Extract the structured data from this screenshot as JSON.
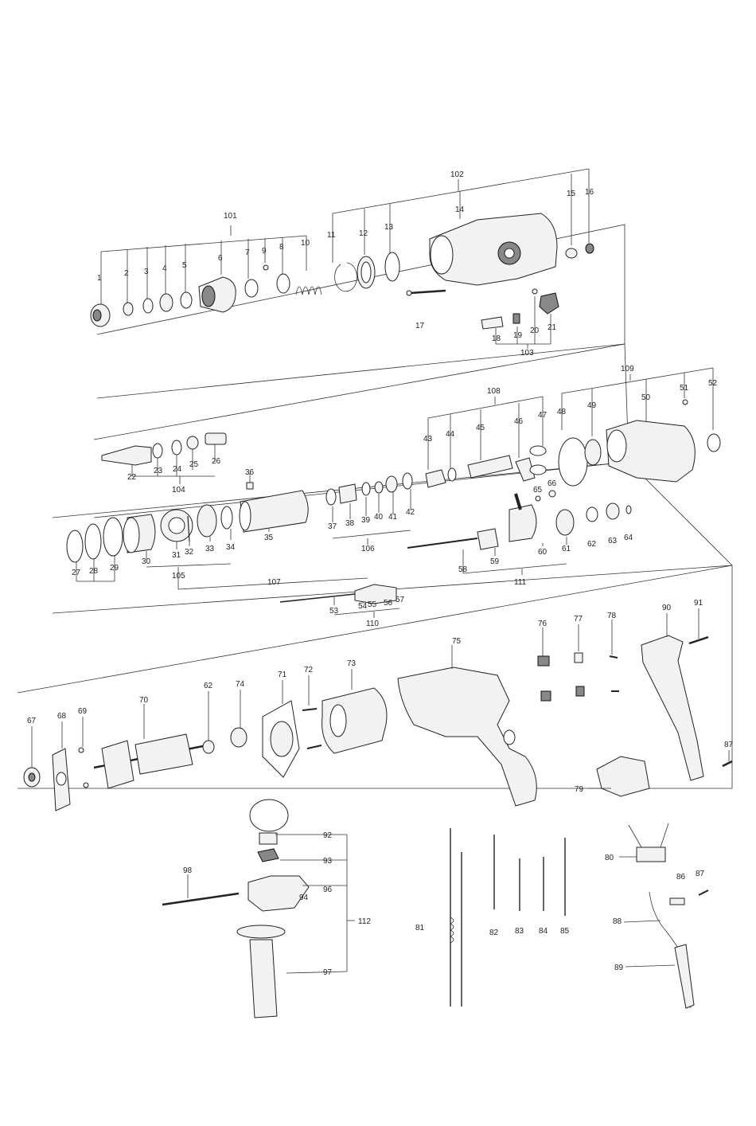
{
  "labels": {
    "n1": "1",
    "n2": "2",
    "n3": "3",
    "n4": "4",
    "n5": "5",
    "n6": "6",
    "n7": "7",
    "n8": "8",
    "n9": "9",
    "n10": "10",
    "n11": "11",
    "n12": "12",
    "n13": "13",
    "n14": "14",
    "n15": "15",
    "n16": "16",
    "n17": "17",
    "n18": "18",
    "n19": "19",
    "n20": "20",
    "n21": "21",
    "n22": "22",
    "n23": "23",
    "n24": "24",
    "n25": "25",
    "n26": "26",
    "n27": "27",
    "n28": "28",
    "n29": "29",
    "n30": "30",
    "n31": "31",
    "n32": "32",
    "n33": "33",
    "n34": "34",
    "n35": "35",
    "n36": "36",
    "n37": "37",
    "n38": "38",
    "n39": "39",
    "n40": "40",
    "n41": "41",
    "n42": "42",
    "n43": "43",
    "n44": "44",
    "n45": "45",
    "n46": "46",
    "n47": "47",
    "n48": "48",
    "n49": "49",
    "n50": "50",
    "n51": "51",
    "n52": "52",
    "n53": "53",
    "n54": "54",
    "n55": "55",
    "n56": "56",
    "n57": "57",
    "n58": "58",
    "n59": "59",
    "n60": "60",
    "n61": "61",
    "n62": "62",
    "n63": "63",
    "n64": "64",
    "n65": "65",
    "n66": "66",
    "n67": "67",
    "n68": "68",
    "n69": "69",
    "n70": "70",
    "n62b": "62",
    "n74": "74",
    "n71": "71",
    "n72": "72",
    "n73": "73",
    "n75": "75",
    "n76": "76",
    "n77": "77",
    "n78": "78",
    "n90": "90",
    "n91": "91",
    "n87": "87",
    "n79": "79",
    "n92": "92",
    "n93": "93",
    "n96": "96",
    "n94": "94",
    "n98": "98",
    "n112": "112",
    "n97": "97",
    "n81": "81",
    "n82": "82",
    "n83": "83",
    "n84": "84",
    "n85": "85",
    "n80": "80",
    "n86": "86",
    "n87b": "87",
    "n88": "88",
    "n89": "89",
    "n101": "101",
    "n102": "102",
    "n103": "103",
    "n104": "104",
    "n105": "105",
    "n106": "106",
    "n107": "107",
    "n108": "108",
    "n109": "109",
    "n110": "110",
    "n111": "111"
  }
}
